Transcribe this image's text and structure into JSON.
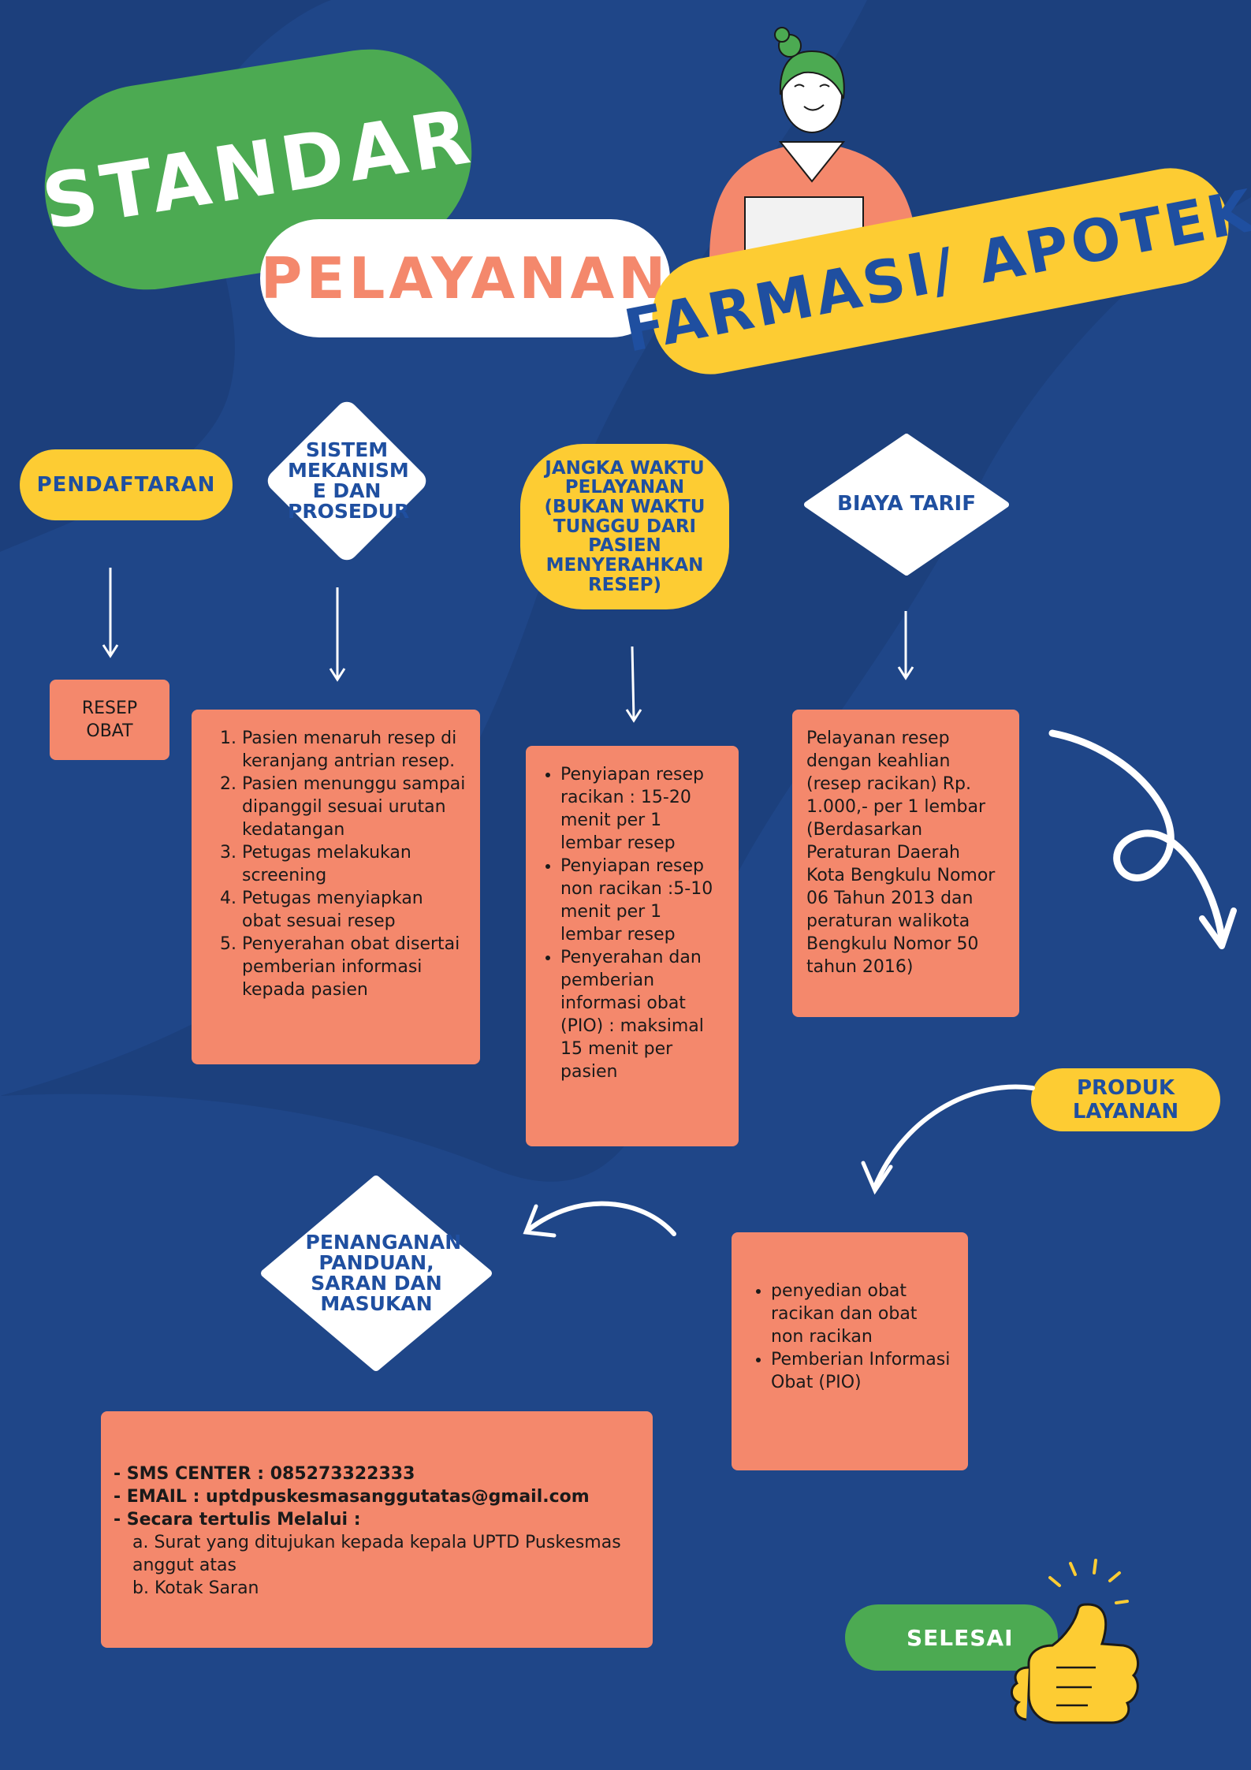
{
  "title": {
    "word1": "STANDAR",
    "word2": "PELAYANAN",
    "word3": "FARMASI/ APOTEK"
  },
  "colors": {
    "background": "#1f4688",
    "green": "#4caa52",
    "yellow": "#fdcc33",
    "salmon": "#f4886c",
    "white": "#ffffff",
    "blue_text": "#1f4fa0"
  },
  "nodes": {
    "pendaftaran": "PENDAFTARAN",
    "sistem": "SISTEM MEKANISM E DAN PROSEDUR",
    "jangka": "JANGKA WAKTU PELAYANAN (BUKAN WAKTU TUNGGU DARI PASIEN MENYERAHKAN RESEP)",
    "biaya": "BIAYA TARIF",
    "produk": "PRODUK LAYANAN",
    "penanganan": "PENANGANAN PANDUAN, SARAN DAN MASUKAN",
    "selesai": "SELESAI"
  },
  "boxes": {
    "resep_obat": "RESEP OBAT",
    "prosedur_steps": [
      "Pasien menaruh resep di keranjang antrian resep.",
      "Pasien menunggu sampai dipanggil sesuai urutan kedatangan",
      "Petugas melakukan screening",
      "Petugas menyiapkan obat sesuai resep",
      "Penyerahan obat disertai pemberian informasi kepada pasien"
    ],
    "waktu_items": [
      "Penyiapan resep racikan : 15-20 menit per 1 lembar resep",
      "Penyiapan resep non racikan :5-10 menit per 1 lembar resep",
      "Penyerahan dan pemberian informasi obat (PIO) : maksimal 15 menit per pasien"
    ],
    "biaya_text": "Pelayanan resep dengan keahlian (resep racikan) Rp. 1.000,- per 1 lembar (Berdasarkan Peraturan Daerah Kota Bengkulu Nomor 06 Tahun 2013 dan peraturan walikota Bengkulu Nomor 50 tahun 2016)",
    "produk_items": [
      "penyedian obat racikan dan obat non racikan",
      "Pemberian Informasi Obat (PIO)"
    ],
    "kontak": {
      "sms": "- SMS CENTER : 085273322333",
      "email": "- EMAIL : uptdpuskesmasanggutatas@gmail.com",
      "tertulis": "- Secara tertulis Melalui :",
      "a": "a. Surat yang ditujukan kepada kepala UPTD Puskesmas anggut atas",
      "b": "b. Kotak Saran"
    }
  }
}
